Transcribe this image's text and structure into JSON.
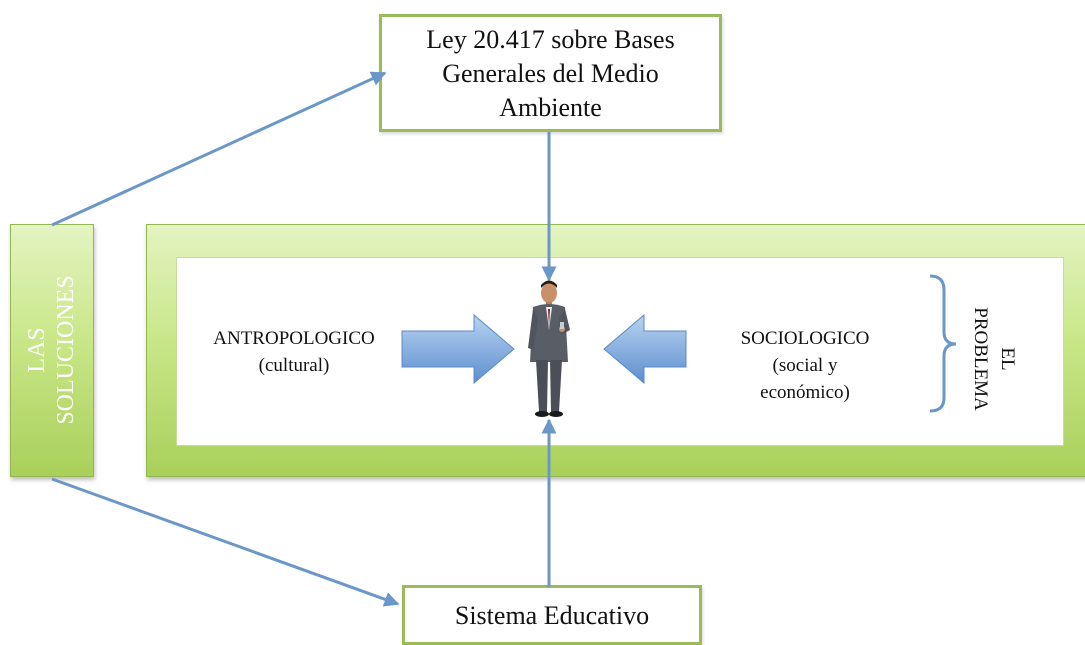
{
  "top_box": {
    "lines": [
      "Ley 20.417 sobre Bases",
      "Generales del Medio",
      "Ambiente"
    ]
  },
  "bottom_box": {
    "label": "Sistema Educativo"
  },
  "solutions": {
    "lines": [
      "LAS",
      "SOLUCIONES"
    ]
  },
  "left_factor": {
    "title": "ANTROPOLOGICO",
    "sub": "(cultural)"
  },
  "right_factor": {
    "title": "SOCIOLOGICO",
    "sub1": "(social y",
    "sub2": "económico)"
  },
  "problem": {
    "lines": [
      "EL",
      "PROBLEMA"
    ]
  },
  "colors": {
    "frame_green": "#9bbb59",
    "arrow_blue": "#6b97c8"
  }
}
